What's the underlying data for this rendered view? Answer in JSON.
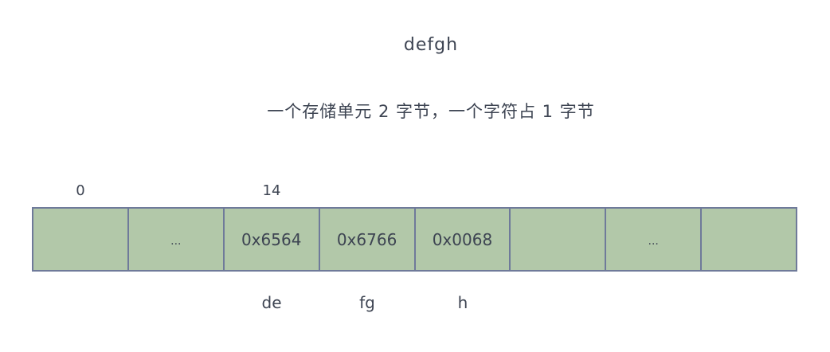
{
  "diagram": {
    "title": "defgh",
    "subtitle": "一个存储单元 2 字节，一个字符占 1 字节",
    "top_labels": [
      "0",
      "14"
    ],
    "cells": [
      "",
      "...",
      "0x6564",
      "0x6766",
      "0x0068",
      "",
      "...",
      ""
    ],
    "bottom_labels": [
      "de",
      "fg",
      "h"
    ],
    "colors": {
      "cell_fill": "#b2c8a9",
      "cell_border": "#6f7a9a",
      "text": "#3d4452"
    }
  }
}
